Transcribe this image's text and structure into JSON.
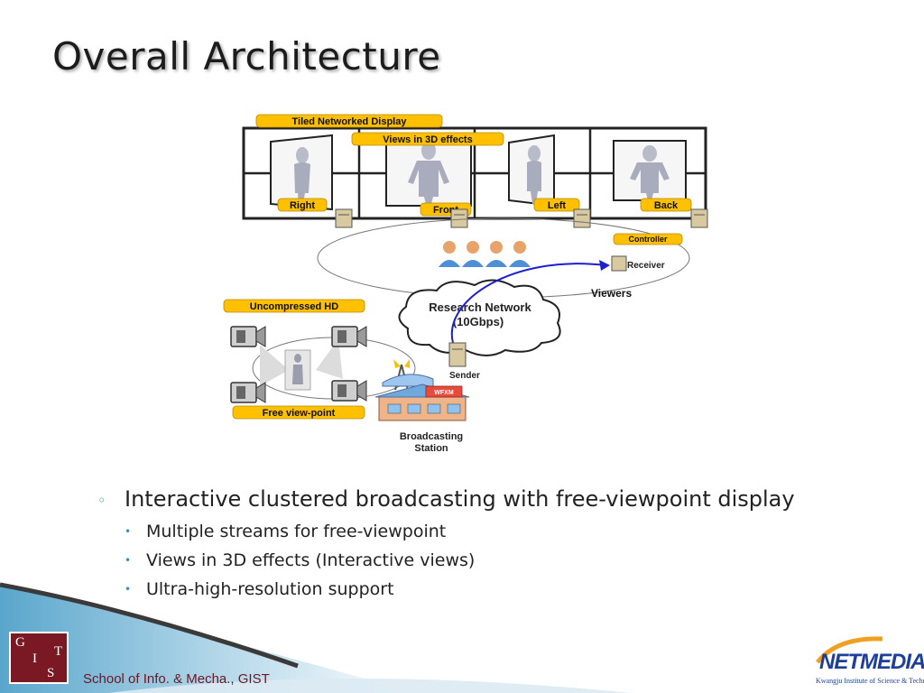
{
  "slide": {
    "title": "Overall Architecture"
  },
  "diagram": {
    "labels": {
      "tiled_display": "Tiled Networked Display",
      "views_3d": "Views in 3D effects",
      "right": "Right",
      "front": "Front",
      "left": "Left",
      "back": "Back",
      "controller": "Controller",
      "receiver": "Receiver",
      "viewers": "Viewers",
      "research_network_line1": "Research Network",
      "research_network_line2": "(10Gbps)",
      "uncompressed_hd": "Uncompressed HD",
      "free_viewpoint": "Free view-point",
      "sender": "Sender",
      "broadcasting_line1": "Broadcasting",
      "broadcasting_line2": "Station",
      "station_sign": "WFXM"
    },
    "colors": {
      "label_bg": "#ffc000",
      "arrow": "#1f1fd1",
      "cloud_fill": "#ffffff",
      "server": "#d8c9a0"
    }
  },
  "bullets": {
    "level1": [
      {
        "text": "Interactive clustered broadcasting with free-viewpoint display"
      }
    ],
    "level2": [
      {
        "text": "Multiple streams for free-viewpoint"
      },
      {
        "text": "Views in 3D effects (Interactive views)"
      },
      {
        "text": "Ultra-high-resolution support"
      }
    ]
  },
  "footer": {
    "gist_letters": [
      "G",
      "I",
      "S",
      "T"
    ],
    "school_text": "School of Info. & Mecha., GIST",
    "netmedia_text": "NETMEDIA",
    "netmedia_sub": "Kwangju Institute of Science & Technology"
  }
}
